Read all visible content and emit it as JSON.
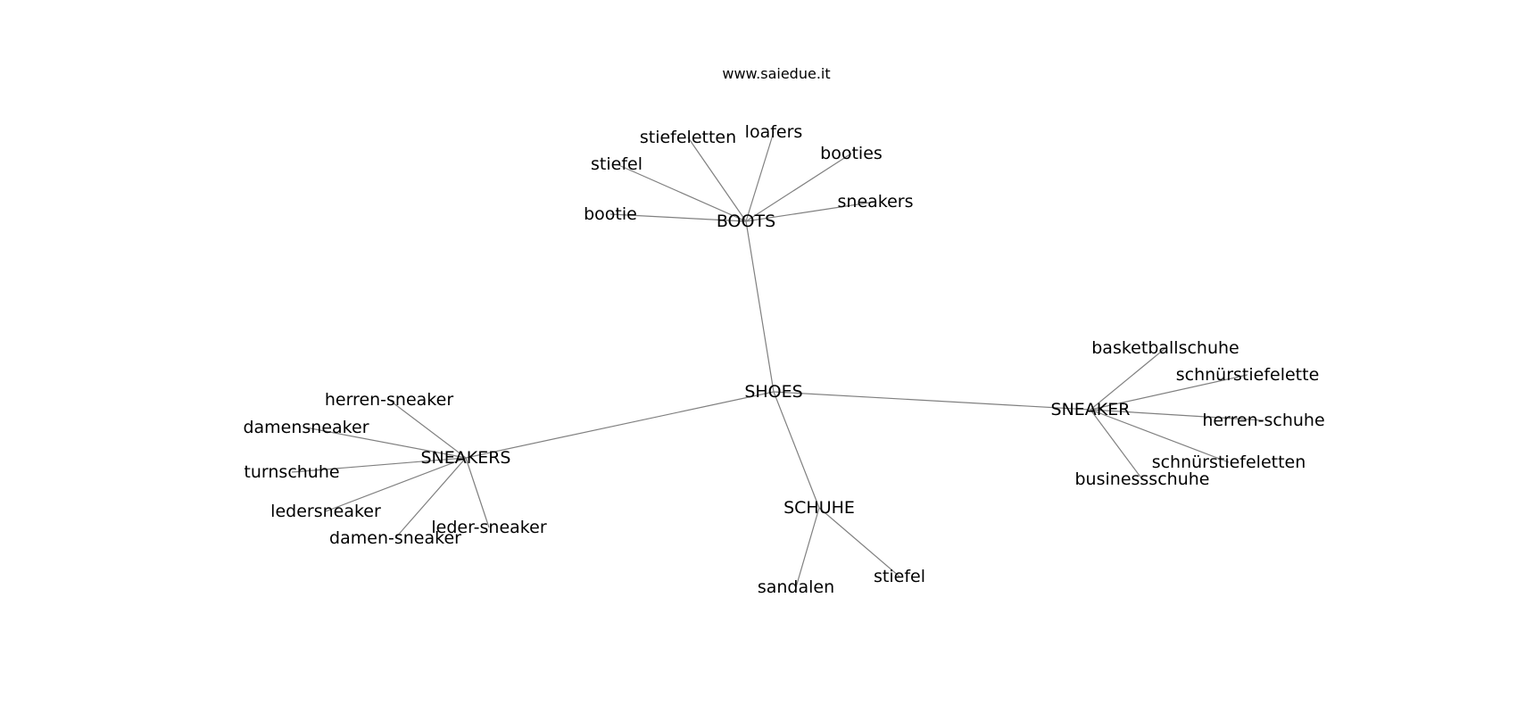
{
  "caption": "www.saiedue.it",
  "colors": {
    "edge": "#808080",
    "text": "#000000",
    "background": "#ffffff"
  },
  "nodes": {
    "shoes": "SHOES",
    "boots": "BOOTS",
    "sneakers_hub": "SNEAKERS",
    "sneaker_hub": "SNEAKER",
    "schuhe": "SCHUHE",
    "boots_stiefel": "stiefel",
    "boots_stiefeletten": "stiefeletten",
    "boots_loafers": "loafers",
    "boots_booties": "booties",
    "boots_sneakers": "sneakers",
    "boots_bootie": "bootie",
    "sn_herren_sneaker": "herren-sneaker",
    "sn_damensneaker": "damensneaker",
    "sn_turnschuhe": "turnschuhe",
    "sn_ledersneaker": "ledersneaker",
    "sn_damen_sneaker": "damen-sneaker",
    "sn_leder_sneaker": "leder-sneaker",
    "sk_basketballschuhe": "basketballschuhe",
    "sk_schnuerstiefelette": "schnürstiefelette",
    "sk_herren_schuhe": "herren-schuhe",
    "sk_schnuerstiefeletten": "schnürstiefeletten",
    "sk_businessschuhe": "businessschuhe",
    "sc_sandalen": "sandalen",
    "sc_stiefel": "stiefel"
  },
  "edges": [
    [
      "shoes",
      "boots"
    ],
    [
      "shoes",
      "sneakers_hub"
    ],
    [
      "shoes",
      "sneaker_hub"
    ],
    [
      "shoes",
      "schuhe"
    ],
    [
      "boots",
      "boots_stiefel"
    ],
    [
      "boots",
      "boots_stiefeletten"
    ],
    [
      "boots",
      "boots_loafers"
    ],
    [
      "boots",
      "boots_booties"
    ],
    [
      "boots",
      "boots_sneakers"
    ],
    [
      "boots",
      "boots_bootie"
    ],
    [
      "sneakers_hub",
      "sn_herren_sneaker"
    ],
    [
      "sneakers_hub",
      "sn_damensneaker"
    ],
    [
      "sneakers_hub",
      "sn_turnschuhe"
    ],
    [
      "sneakers_hub",
      "sn_ledersneaker"
    ],
    [
      "sneakers_hub",
      "sn_damen_sneaker"
    ],
    [
      "sneakers_hub",
      "sn_leder_sneaker"
    ],
    [
      "sneaker_hub",
      "sk_basketballschuhe"
    ],
    [
      "sneaker_hub",
      "sk_schnuerstiefelette"
    ],
    [
      "sneaker_hub",
      "sk_herren_schuhe"
    ],
    [
      "sneaker_hub",
      "sk_schnuerstiefeletten"
    ],
    [
      "sneaker_hub",
      "sk_businessschuhe"
    ],
    [
      "schuhe",
      "sc_sandalen"
    ],
    [
      "schuhe",
      "sc_stiefel"
    ]
  ]
}
